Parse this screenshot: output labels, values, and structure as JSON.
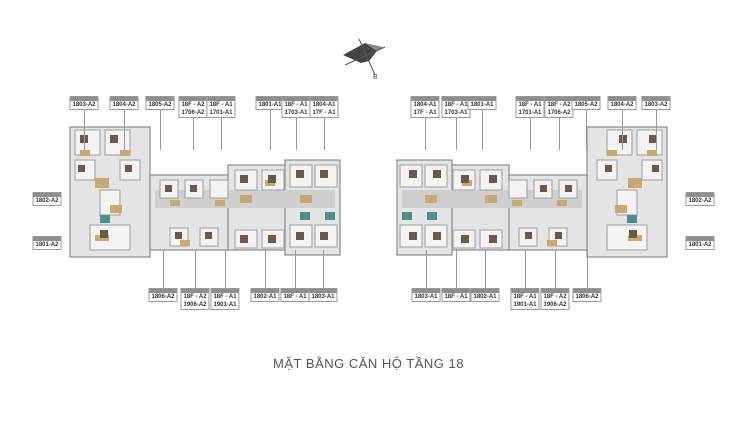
{
  "title": "MẶT BẰNG CĂN HỘ TẦNG 18",
  "compass_icon": "compass-rose-icon",
  "colors": {
    "wall": "#8a8a8a",
    "floor": "#e4e4e4",
    "wood": "#c8a874",
    "furniture": "#6a5a4a",
    "label_header": "#8e8e8e"
  },
  "left_wing": {
    "top_labels": [
      [
        "1803-A2"
      ],
      [
        "1804-A2"
      ],
      [
        "1805-A2"
      ],
      [
        "18F - A2",
        "1706-A2"
      ],
      [
        "18F - A1",
        "1701-A1"
      ],
      [
        "1801-A1"
      ],
      [
        "18F - A1",
        "1703-A1"
      ],
      [
        "1804-A1",
        "17F - A1"
      ]
    ],
    "side_labels": [
      [
        "1802-A2"
      ],
      [
        "1801-A2"
      ]
    ],
    "bottom_labels": [
      [
        "1806-A2"
      ],
      [
        "18F - A2",
        "1906-A2"
      ],
      [
        "18F - A1",
        "1901-A1"
      ],
      [
        "1802-A1"
      ],
      [
        "18F - A1"
      ],
      [
        "1803-A1"
      ]
    ]
  },
  "right_wing": {
    "top_labels": [
      [
        "1804-A1",
        "17F - A1"
      ],
      [
        "18F - A1",
        "1703-A1"
      ],
      [
        "1801-A1"
      ],
      [
        "18F - A1",
        "1701-A1"
      ],
      [
        "18F - A2",
        "1706-A2"
      ],
      [
        "1805-A2"
      ],
      [
        "1804-A2"
      ],
      [
        "1803-A2"
      ]
    ],
    "side_labels": [
      [
        "1802-A2"
      ],
      [
        "1801-A2"
      ]
    ],
    "bottom_labels": [
      [
        "1803-A1"
      ],
      [
        "18F - A1"
      ],
      [
        "1802-A1"
      ],
      [
        "18F - A1",
        "1901-A1"
      ],
      [
        "18F - A2",
        "1906-A2"
      ],
      [
        "1806-A2"
      ]
    ]
  }
}
